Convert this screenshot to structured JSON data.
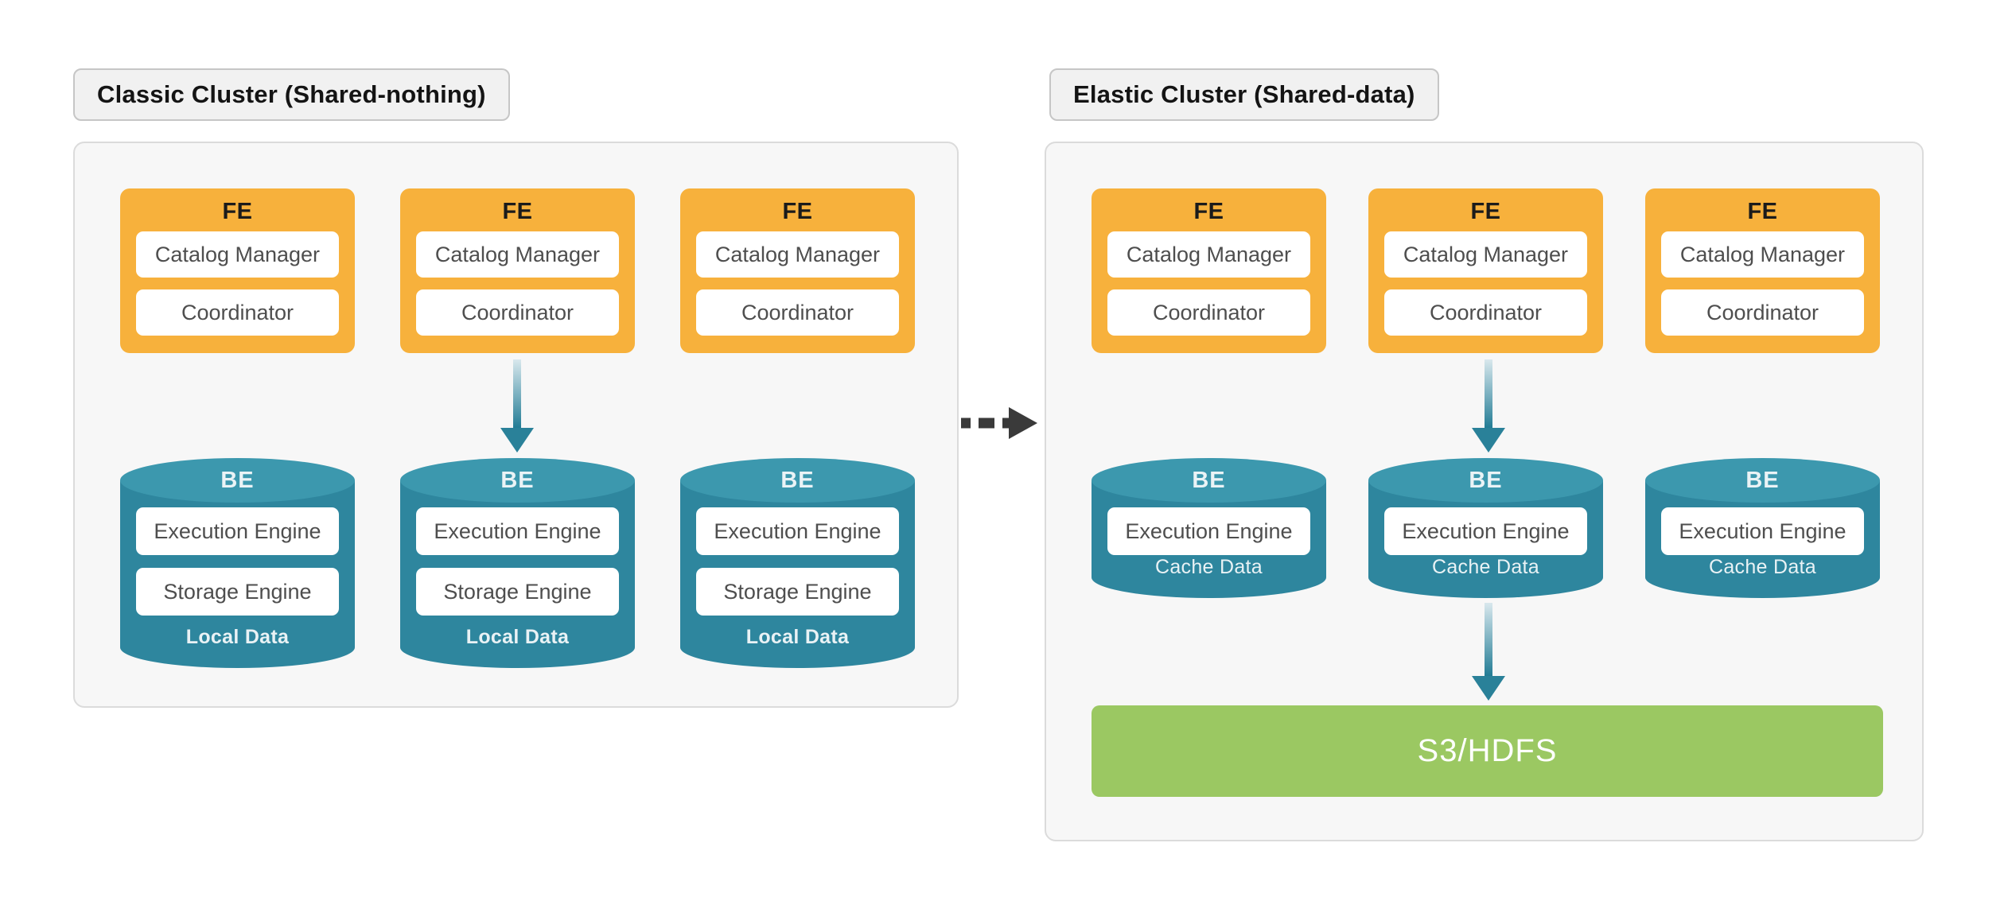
{
  "diagram": {
    "transition_arrow": "dashed-right-arrow"
  },
  "colors": {
    "fe_orange": "#f7b13c",
    "be_teal_body": "#2e869e",
    "be_teal_top": "#3c98ae",
    "storage_green": "#9bc862",
    "arrow_gradient_start": "#d9e8ed",
    "arrow_gradient_end": "#1f7a93",
    "transition_arrow_dark": "#3a3a3a",
    "container_bg": "#f7f7f7"
  },
  "clusters": [
    {
      "title": "Classic Cluster (Shared-nothing)",
      "fe_nodes": [
        {
          "label": "FE",
          "components": [
            "Catalog Manager",
            "Coordinator"
          ]
        },
        {
          "label": "FE",
          "components": [
            "Catalog Manager",
            "Coordinator"
          ]
        },
        {
          "label": "FE",
          "components": [
            "Catalog Manager",
            "Coordinator"
          ]
        }
      ],
      "be_nodes": [
        {
          "label": "BE",
          "components": [
            "Execution Engine",
            "Storage Engine"
          ],
          "footer": "Local Data"
        },
        {
          "label": "BE",
          "components": [
            "Execution Engine",
            "Storage Engine"
          ],
          "footer": "Local Data"
        },
        {
          "label": "BE",
          "components": [
            "Execution Engine",
            "Storage Engine"
          ],
          "footer": "Local Data"
        }
      ]
    },
    {
      "title": "Elastic Cluster (Shared-data)",
      "fe_nodes": [
        {
          "label": "FE",
          "components": [
            "Catalog Manager",
            "Coordinator"
          ]
        },
        {
          "label": "FE",
          "components": [
            "Catalog Manager",
            "Coordinator"
          ]
        },
        {
          "label": "FE",
          "components": [
            "Catalog Manager",
            "Coordinator"
          ]
        }
      ],
      "be_nodes": [
        {
          "label": "BE",
          "components": [
            "Execution Engine"
          ],
          "footer": "Cache Data"
        },
        {
          "label": "BE",
          "components": [
            "Execution Engine"
          ],
          "footer": "Cache Data"
        },
        {
          "label": "BE",
          "components": [
            "Execution Engine"
          ],
          "footer": "Cache Data"
        }
      ],
      "storage_label": "S3/HDFS"
    }
  ]
}
